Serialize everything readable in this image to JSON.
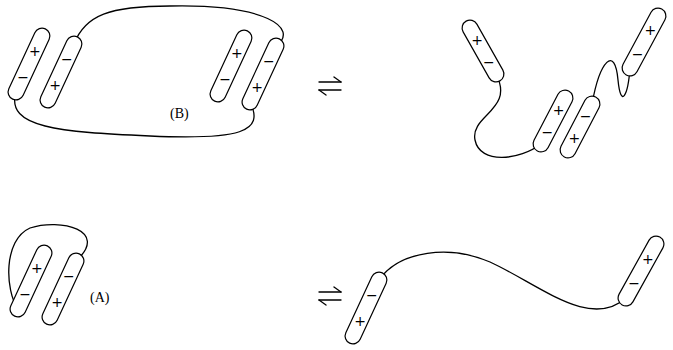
{
  "diagram": {
    "nodes": [
      {
        "text": [
          "+",
          "−"
        ]
      },
      {
        "text": [
          "−",
          "+"
        ]
      },
      {
        "text": [
          "+",
          "−"
        ]
      },
      {
        "text": [
          "−",
          "+"
        ]
      },
      {
        "text": [
          "+",
          "−"
        ]
      },
      {
        "text": [
          "+",
          "−"
        ]
      },
      {
        "text": [
          "−",
          "+"
        ]
      },
      {
        "text": [
          "+",
          "−"
        ]
      },
      {
        "text": [
          "+",
          "−"
        ]
      },
      {
        "text": [
          "−",
          "+"
        ]
      },
      {
        "text": [
          "−",
          "+"
        ]
      },
      {
        "text": [
          "+",
          "−"
        ]
      }
    ],
    "edges": [
      {
        "from": 1,
        "to": 3,
        "arrow": "none"
      },
      {
        "from": 3,
        "to": 0,
        "arrow": "none"
      },
      {
        "from": 4,
        "to": 5,
        "arrow": "none"
      },
      {
        "from": 6,
        "to": 7,
        "arrow": "none"
      },
      {
        "from": 8,
        "to": 9,
        "arrow": "none"
      },
      {
        "from": 10,
        "to": 11,
        "arrow": "none"
      }
    ],
    "labels": [
      "(B)",
      "(A)"
    ]
  }
}
